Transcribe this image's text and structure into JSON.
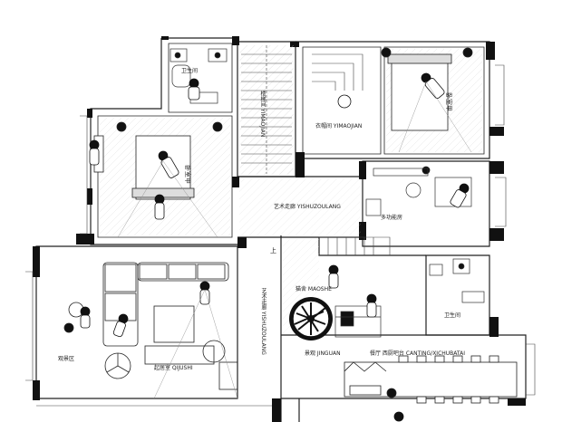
{
  "rooms": {
    "bathroom_top": "卫生间",
    "bedroom_a": "卧室甲",
    "bedroom_b": "卧室甲",
    "stairwell": "楼梯间 YIMAOJIAN",
    "closet": "衣帽间 YIMAOJIAN",
    "art_corridor_h": "艺术走廊 YISHUZOULANG",
    "art_corridor_v": "艺术走廊 YISHUZOULANG",
    "multi_room": "多功能房",
    "cat_house": "猫舍 MAOSHE",
    "scenery": "景观 JINGUAN",
    "bathroom_right": "卫生间",
    "living_room": "起居室 QIJUSHI",
    "viewing_area": "观景区",
    "dining": "餐厅 西厨吧台 CANTING/XICHUBATAI",
    "up_mark": "上"
  },
  "colors": {
    "wall": "#111111",
    "line": "#333333",
    "hatch": "#bbbbbb",
    "tree": "#000000"
  }
}
